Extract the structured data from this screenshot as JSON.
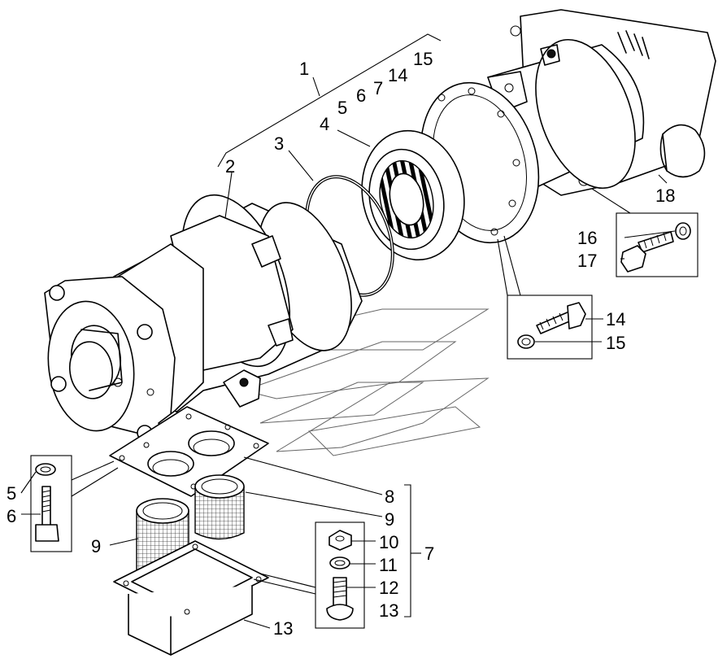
{
  "labels": {
    "l1": "1",
    "l2": "2",
    "l3": "3",
    "l4": "4",
    "l5_top": "5",
    "l6_top": "6",
    "l7_top": "7",
    "l14_top": "14",
    "l15_top": "15",
    "l5_left": "5",
    "l6_left": "6",
    "l8": "8",
    "l9_right": "9",
    "l9_left": "9",
    "l10": "10",
    "l11": "11",
    "l12": "12",
    "l13_right": "13",
    "l13_bottom": "13",
    "l7_bracket": "7",
    "l14_right": "14",
    "l15_right": "15",
    "l16": "16",
    "l17": "17",
    "l18": "18"
  },
  "colors": {
    "line": "#000000",
    "background": "#ffffff",
    "watermark": "#666666"
  }
}
